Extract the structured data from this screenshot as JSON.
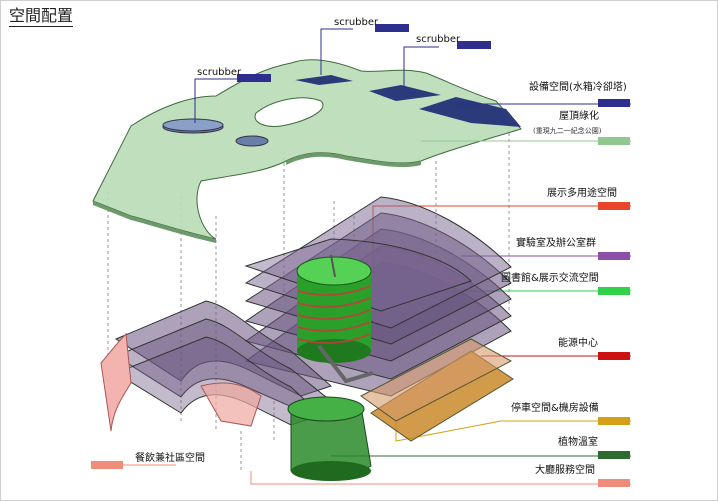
{
  "page": {
    "title": "空間配置"
  },
  "scrubbers": [
    "scrubber",
    "scrubber",
    "scrubber"
  ],
  "legend": [
    {
      "key": "equipment",
      "label": "設備空間(水箱冷卻塔)",
      "color": "#2e2e8f"
    },
    {
      "key": "roof",
      "label": "屋頂綠化",
      "sub": "(重現九二一紀念公園)",
      "color": "#8fc98f"
    },
    {
      "key": "exhibit",
      "label": "展示多用途空間",
      "color": "#e8452a"
    },
    {
      "key": "lab",
      "label": "實驗室及辦公室群",
      "color": "#8e4fa8"
    },
    {
      "key": "library",
      "label": "圖書館&展示交流空間",
      "color": "#2fd24a"
    },
    {
      "key": "energy",
      "label": "能源中心",
      "color": "#cc1111"
    },
    {
      "key": "parking",
      "label": "停車空間&機房設備",
      "color": "#d4a017"
    },
    {
      "key": "greenhouse",
      "label": "植物溫室",
      "color": "#2e6b2e"
    },
    {
      "key": "lobby",
      "label": "大廳服務空間",
      "color": "#f08c7a"
    },
    {
      "key": "dining",
      "label": "餐飲兼社區空間",
      "color": "#f08c7a"
    }
  ]
}
